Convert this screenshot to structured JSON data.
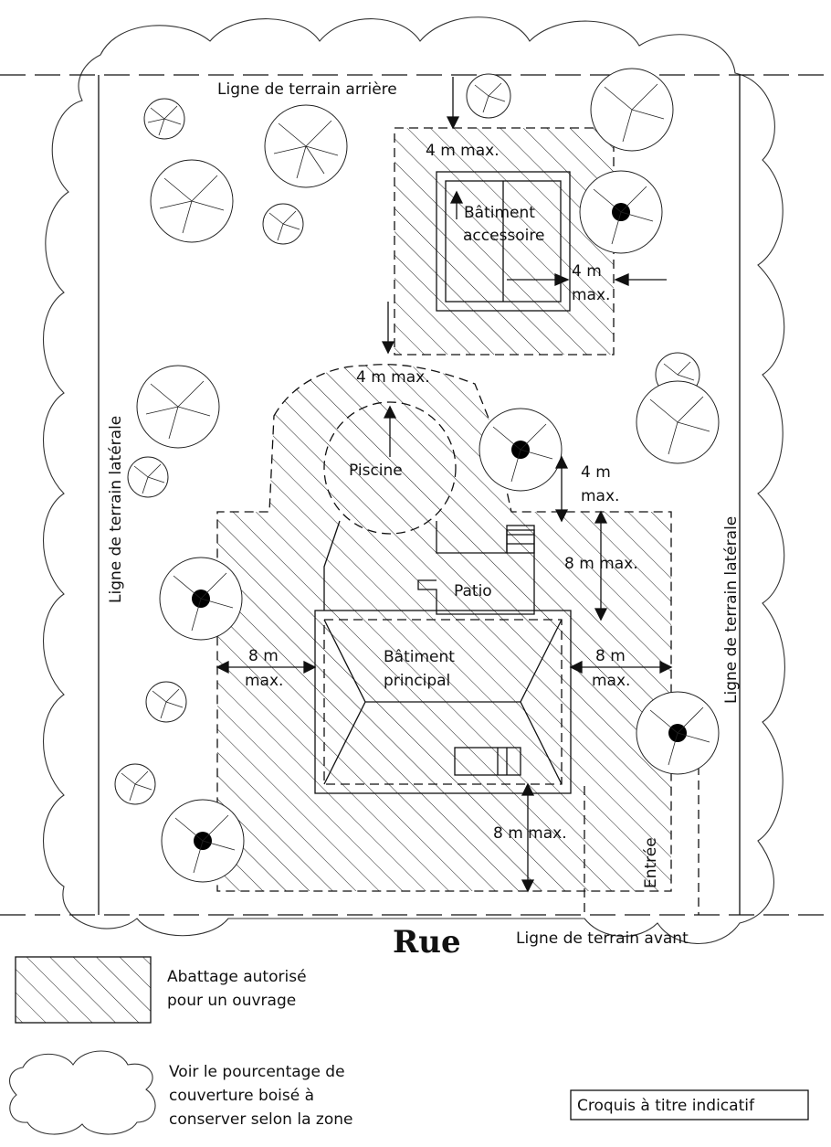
{
  "labels": {
    "rear_line": "Ligne de terrain arrière",
    "side_line_left": "Ligne de terrain latérale",
    "side_line_right": "Ligne de terrain latérale",
    "front_line": "Ligne de terrain avant",
    "street": "Rue",
    "accessory_building": [
      "Bâtiment",
      "accessoire"
    ],
    "main_building": [
      "Bâtiment",
      "principal"
    ],
    "pool": "Piscine",
    "patio": "Patio",
    "entrance": "Entrée"
  },
  "dimensions": {
    "rear_4m": "4 m max.",
    "accessory_side_4m": [
      "4 m",
      "max."
    ],
    "pool_4m": "4 m max.",
    "patio_side_4m": [
      "4 m",
      "max."
    ],
    "patio_8m": "8 m max.",
    "left_8m": [
      "8 m",
      "max."
    ],
    "right_8m": [
      "8 m",
      "max."
    ],
    "front_8m": "8 m max."
  },
  "legend": {
    "hatch": [
      "Abattage autorisé",
      "pour un ouvrage"
    ],
    "cloud": [
      "Voir le pourcentage de",
      "couverture boisé à",
      "conserver selon la zone"
    ],
    "note": "Croquis à titre indicatif"
  }
}
